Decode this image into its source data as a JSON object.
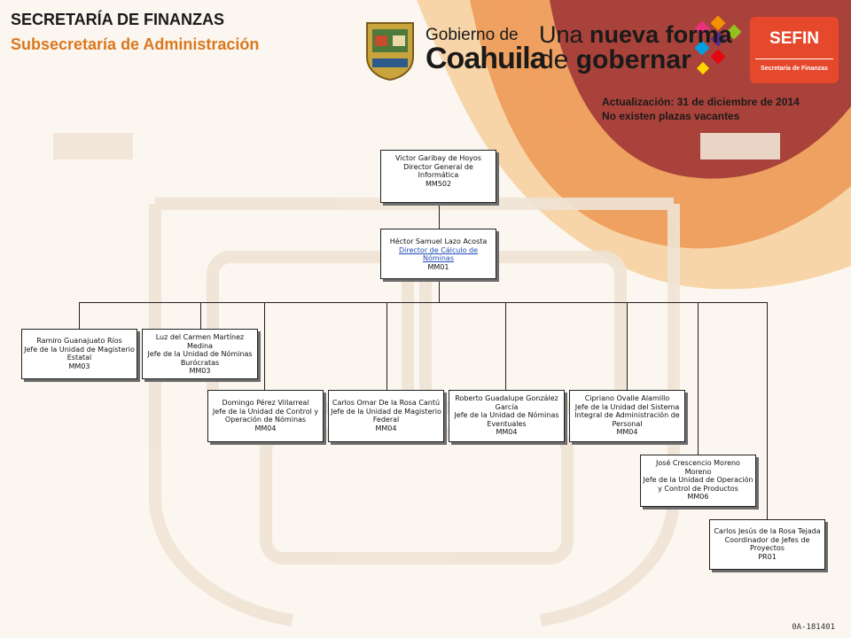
{
  "header": {
    "title": "SECRETARÍA DE FINANZAS",
    "subtitle": "Subsecretaría de Administración"
  },
  "update_info": {
    "line1": "Actualización: 31  de diciembre de 2014",
    "line2": "No existen plazas vacantes"
  },
  "logos": {
    "gobierno_small": "Gobierno de",
    "gobierno_big": "Coahuila",
    "lema_part1": "Una",
    "lema_part2": "nueva forma",
    "lema_part3": "de",
    "lema_part4": "gobernar",
    "sefin_title": "SEFIN",
    "sefin_sub": "Secretaría de Finanzas"
  },
  "colors": {
    "background": "#fbf6ef",
    "accent_orange": "#d9781e",
    "sefin_red": "#e6482b",
    "link_blue": "#1f4db5",
    "watermark": "#efe4d5"
  },
  "org": {
    "director": [
      "Victor Garibay de Hoyos",
      "Director General de Informática",
      "MM502"
    ],
    "manager": [
      "Héctor Samuel Lazo Acosta",
      "Director de Cálculo de Nóminas",
      "MM01"
    ],
    "ramiro": [
      "Ramiro Guanajuato Ríos",
      "Jefe de la Unidad de Magisterio Estatal",
      "MM03"
    ],
    "luz": [
      "Luz del Carmen Martínez Medina",
      "Jefe de la Unidad de Nóminas Burócratas",
      "MM03"
    ],
    "domingo": [
      "Domingo Pérez Villarreal",
      "Jefe de la Unidad de Control y Operación de Nóminas",
      "MM04"
    ],
    "carlos_omar": [
      "Carlos Omar De la Rosa Cantú",
      "Jefe de la Unidad de Magisterio Federal",
      "MM04"
    ],
    "roberto": [
      "Roberto Guadalupe González García",
      "Jefe de la Unidad de Nóminas Eventuales",
      "MM04"
    ],
    "cipriano": [
      "Cipriano Ovalle Alamillo",
      "Jefe de la Unidad del Sistema Integral de Administración de Personal",
      "MM04"
    ],
    "jose": [
      "José Crescencio Moreno Moreno",
      "Jefe de la Unidad de Operación y Control de Productos",
      "MM06"
    ],
    "carlos_jesus": [
      "Carlos Jesús de la Rosa Tejada",
      "Coordinador de Jefes de Proyectos",
      "PR01"
    ]
  },
  "footer": {
    "code": "0A-181401"
  }
}
